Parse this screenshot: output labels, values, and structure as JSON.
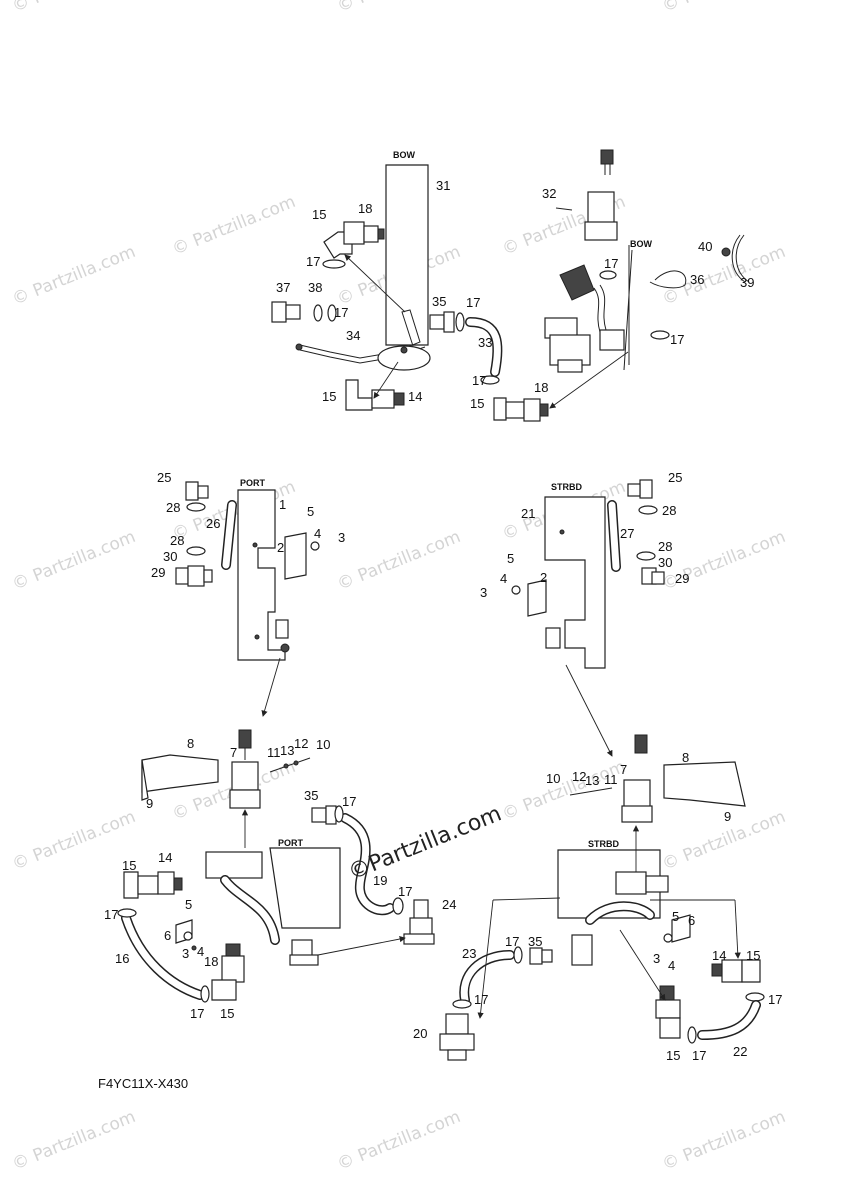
{
  "diagram_code": "F4YC11X-X430",
  "center_watermark": "©Partzilla.com",
  "watermark_text": "© Partzilla.com",
  "panel_labels": {
    "bow_top": "BOW",
    "bow_right": "BOW",
    "port_top": "PORT",
    "strbd_top": "STRBD",
    "port_bottom": "PORT",
    "strbd_bottom": "STRBD"
  },
  "callouts": [
    "1",
    "2",
    "3",
    "4",
    "5",
    "6",
    "7",
    "8",
    "9",
    "10",
    "11",
    "12",
    "13",
    "14",
    "15",
    "16",
    "17",
    "18",
    "19",
    "20",
    "21",
    "22",
    "23",
    "24",
    "25",
    "26",
    "27",
    "28",
    "29",
    "30",
    "31",
    "32",
    "33",
    "34",
    "35",
    "36",
    "37",
    "38",
    "39",
    "40"
  ]
}
